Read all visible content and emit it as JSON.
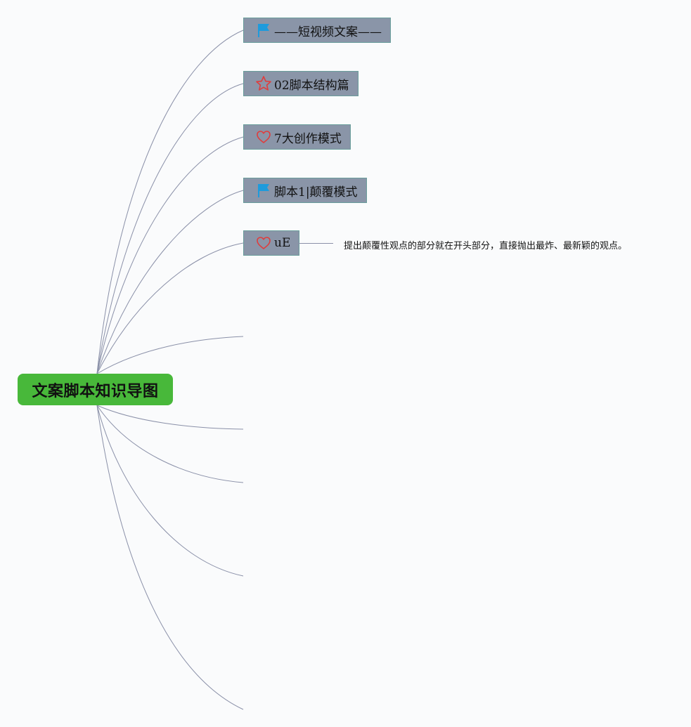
{
  "central": {
    "title": "文案脚本知识导图"
  },
  "branches": [
    {
      "label": "——短视频文案——",
      "icon": "flag-icon"
    },
    {
      "label": "02脚本结构篇",
      "icon": "star-icon"
    },
    {
      "label": "7大创作模式",
      "icon": "heart-icon"
    },
    {
      "label": "脚本1|颠覆模式",
      "icon": "flag-icon"
    },
    {
      "label": "uE",
      "icon": "heart-icon"
    }
  ],
  "note": {
    "text": "提出颠覆性观点的部分就在开头部分，直接抛出最炸、最新颖的观点。"
  },
  "colors": {
    "central_fill": "#48b83a",
    "topic_fill": "#8a95a8",
    "topic_border": "#6a9e9c",
    "connector": "#8a90a8",
    "flag": "#1e9bdc",
    "star": "#e03c3c",
    "heart": "#e03c3c"
  }
}
